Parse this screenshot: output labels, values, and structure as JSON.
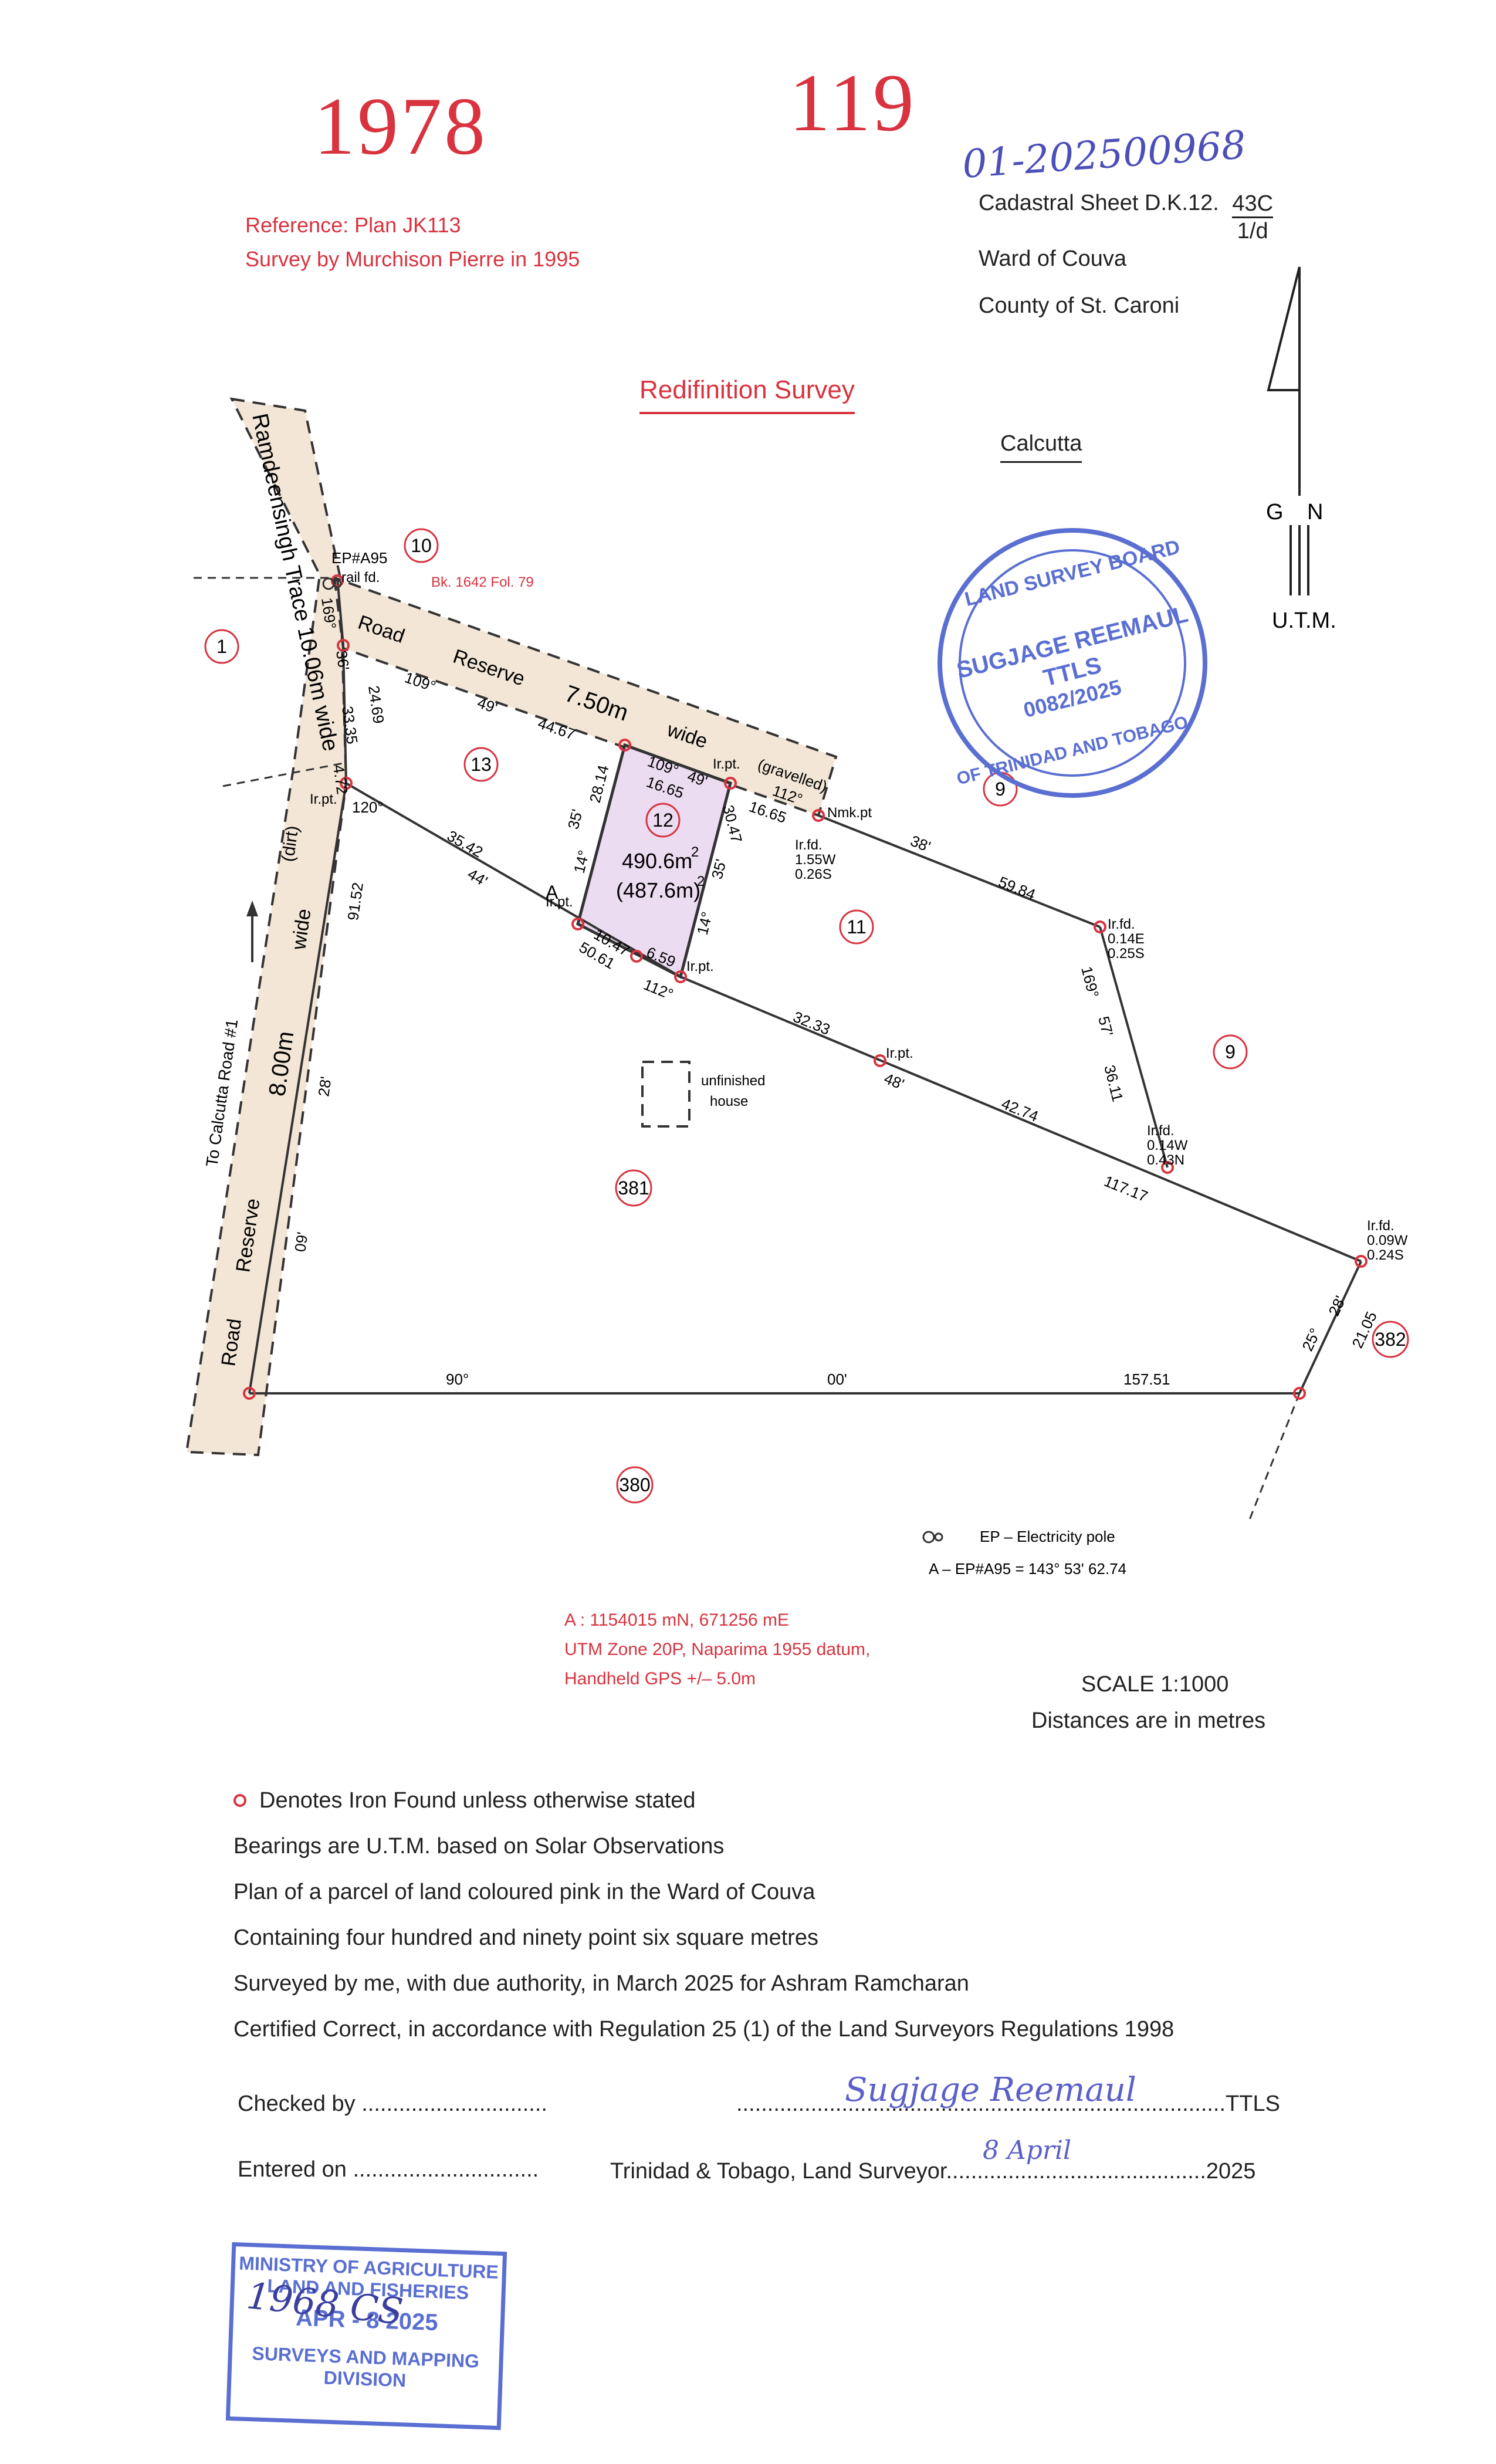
{
  "header": {
    "number_left": "1978",
    "number_right": "119",
    "handwritten_ref": "01-202500968",
    "reference": "Reference: Plan JK113",
    "survey_by": "Survey by Murchison Pierre in 1995",
    "cadastral_sheet": "Cadastral Sheet D.K.12.",
    "sheet_num": "43C",
    "sheet_den": "1/d",
    "ward": "Ward of Couva",
    "county": "County of St. Caroni",
    "title": "Redifinition Survey",
    "locality": "Calcutta"
  },
  "north": {
    "g": "G",
    "n": "N",
    "utm": "U.T.M."
  },
  "plan": {
    "road_left_label": "Ramdeensingh Trace 10.06m wide",
    "road_left_dirt": "(dirt)",
    "road_left_wide": "wide",
    "road_left_reserve": "Reserve",
    "road_left_road": "Road",
    "road_left_width": "8.00m",
    "to_calcutta": "To Calcutta Road #1",
    "road_top_road": "Road",
    "road_top_reserve": "Reserve",
    "road_top_width": "7.50m",
    "road_top_wide": "wide",
    "road_top_gravel": "(gravelled)",
    "ep_label": "EP#A95",
    "rail_fd": "rail fd.",
    "bk_ref": "Bk. 1642 Fol. 79",
    "area_m": "490.6m",
    "area_sup": "2",
    "area_old": "(487.6m)",
    "area_old_sup": "2",
    "lot_12": "12",
    "lot_13": "13",
    "lot_11": "11",
    "lot_10": "10",
    "lot_1": "1",
    "lot_9a": "9",
    "lot_9b": "9",
    "lot_381": "381",
    "lot_382": "382",
    "lot_380": "380",
    "unfinished_house": "unfinished",
    "unfinished_house2": "house",
    "pt_A": "A",
    "irpt": "Ir.pt.",
    "irfd": "Ir.fd.",
    "nmk": "Nmk.pt",
    "offs_1": "1.55W",
    "offs_2": "0.26S",
    "offs_3": "0.14E",
    "offs_4": "0.25S",
    "offs_5": "0.14W",
    "offs_6": "0.43N",
    "offs_7": "0.09W",
    "offs_8": "0.24S",
    "dims": {
      "d169": "169°",
      "d36": "36'",
      "d24_69": "24.69",
      "d33_35": "33.35",
      "d4_72": "4.72",
      "d109a": "109°",
      "d49a": "49'",
      "d44_67": "44.67",
      "d28_14": "28.14",
      "d109b": "109°",
      "d49b": "49'",
      "d16_65a": "16.65",
      "d16_65b": "16.65",
      "d112a": "112°",
      "d30_47": "30.47",
      "d35a": "35'",
      "d14a": "14°",
      "d35b": "35'",
      "d14b": "14°",
      "d120": "120°",
      "d35_42": "35.42",
      "d44": "44'",
      "d10_47": "10.47",
      "d50_61": "50.61",
      "d6_59": "6.59",
      "d112b": "112°",
      "d38": "38'",
      "d59_84": "59.84",
      "d32_33": "32.33",
      "d48": "48'",
      "d42_74": "42.74",
      "d169b": "169°",
      "d57": "57'",
      "d36_11": "36.11",
      "d117_17": "117.17",
      "d91_52": "91.52",
      "d28": "28'",
      "d09": "09'",
      "d90": "90°",
      "d00": "00'",
      "d157_51": "157.51",
      "d25": "25°",
      "d28b": "28'",
      "d21_05": "21.05"
    }
  },
  "legend": {
    "ep": "EP  –  Electricity pole",
    "tie": "A  –  EP#A95 = 143°   53'    62.74"
  },
  "coords": {
    "line1": "A : 1154015 mN,   671256 mE",
    "line2": "UTM Zone 20P, Naparima 1955 datum,",
    "line3": "Handheld GPS +/– 5.0m"
  },
  "scale": {
    "label": "SCALE    1:1000",
    "units": "Distances are in metres"
  },
  "notes": [
    "Denotes Iron Found unless otherwise stated",
    "Bearings are U.T.M. based on Solar Observations",
    "Plan of a parcel of land coloured pink in the Ward of Couva",
    "Containing four hundred and ninety point six square metres",
    "Surveyed by me, with due authority, in March 2025 for Ashram Ramcharan",
    "Certified Correct, in accordance with Regulation 25 (1) of the Land Surveyors Regulations 1998"
  ],
  "signoff": {
    "checked_by": "Checked by ..............................",
    "signature_line": "...............................................................................TTLS",
    "signature": "Sugjage Reemaul",
    "entered_on": "Entered on ..............................",
    "surveyor": "Trinidad & Tobago, Land Surveyor..........................................2025",
    "sig_date": "8   April"
  },
  "stamp_board": {
    "top": "LAND SURVEY BOARD",
    "name": "SUGJAGE REEMAUL",
    "ttls": "TTLS",
    "no": "0082/2025",
    "bottom": "OF TRINIDAD AND TOBAGO"
  },
  "stamp_ministry": {
    "line1": "MINISTRY OF AGRICULTURE",
    "line2": "LAND AND FISHERIES",
    "date": "APR - 8 2025",
    "line4": "SURVEYS AND MAPPING",
    "line5": "DIVISION",
    "handwritten": "1968 CS"
  },
  "colors": {
    "red": "#d8333f",
    "road": "#f3e6d6",
    "parcel": "#ecdcf2",
    "stamp": "#5a6fd1"
  }
}
